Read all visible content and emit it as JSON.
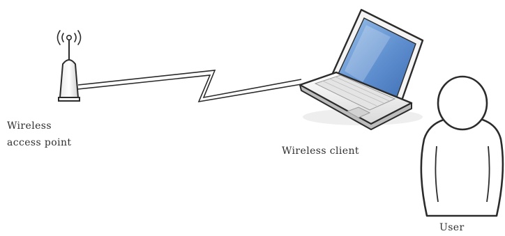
{
  "labels": {
    "access_point_line1": "Wireless",
    "access_point_line2": "access point",
    "wireless_client": "Wireless client",
    "user": "User"
  },
  "icons": {
    "access_point": "wireless-access-point-icon",
    "laptop": "laptop-icon",
    "user": "user-icon",
    "wireless_link": "wireless-link"
  },
  "colors": {
    "stroke": "#2b2b2b",
    "screen": "#6f9fd6",
    "background": "#ffffff"
  }
}
